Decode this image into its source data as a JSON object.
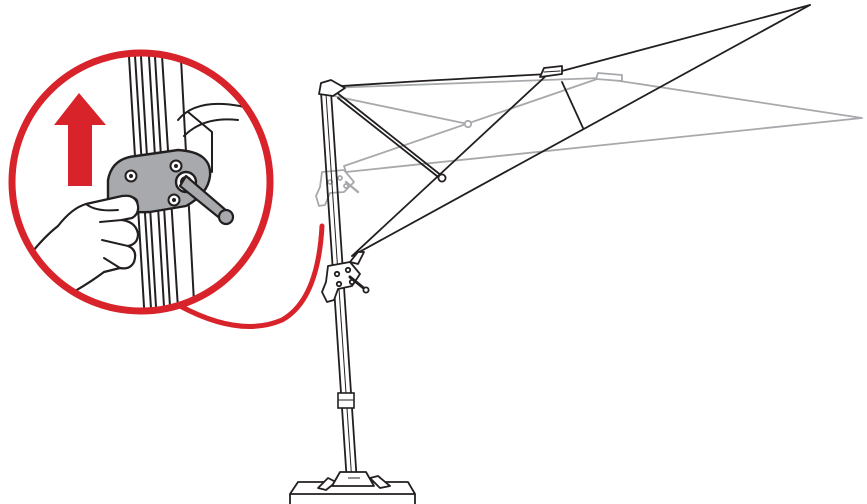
{
  "figure": {
    "type": "assembly-instruction-illustration",
    "subject": "cantilever-umbrella",
    "step": "tilt-canopy-with-crank-handle",
    "colors": {
      "accent": "#d8232a",
      "line": "#231f20",
      "ghost": "#a7a9ac",
      "bracket_fill": "#a7a9ac",
      "background": "#ffffff"
    },
    "icons": [
      "up-arrow-icon",
      "hand-icon",
      "crank-handle-icon",
      "magnifier-callout-icon"
    ]
  }
}
